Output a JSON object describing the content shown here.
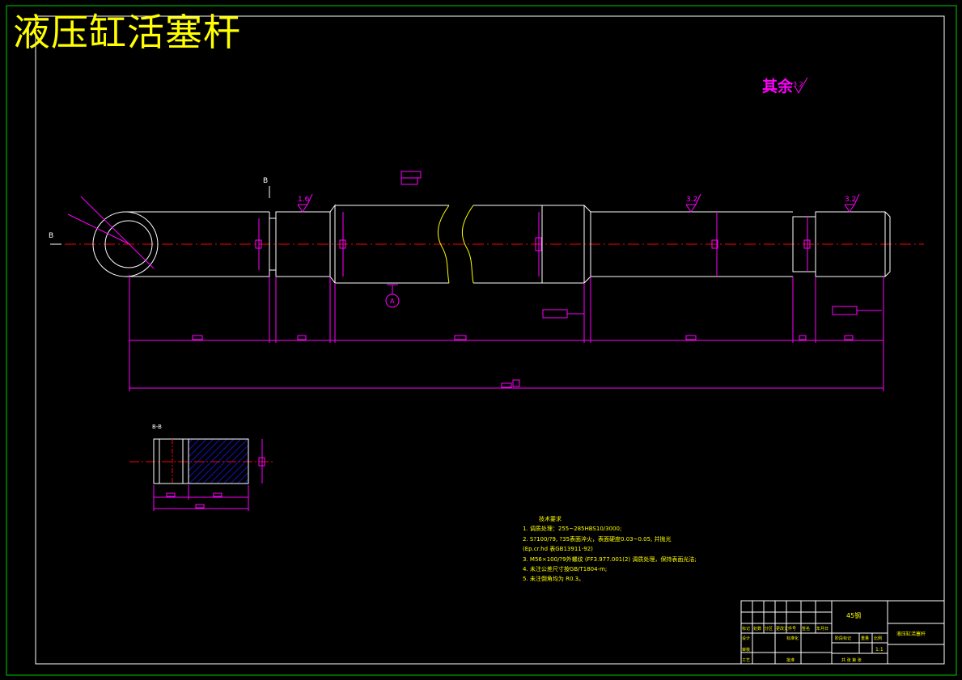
{
  "title": "液压缸活塞杆",
  "roughness_note": "其余",
  "roughness_note_value": "3.2",
  "section_labels": {
    "top": "B",
    "left": "B",
    "detail": "B-B"
  },
  "datum_label": "A",
  "roughness_marks": [
    "1.6",
    "3.2",
    "3.2"
  ],
  "tech_requirements": {
    "heading": "技术要求",
    "items": [
      "1. 调质处理：255~285HBS10/3000;",
      "2. S?100/?9, ?35表面淬火，表面硬度0.03~0.05, 并抛光",
      "   (Ep.cr.hd 表GB13911-92)",
      "3. M56×100/?9外螺纹 (FF3.977.001(2) 调质处理，保持表面光洁;",
      "4. 未注公差尺寸按GB/T1804-m;",
      "5. 未注倒角均为 R0.3。"
    ]
  },
  "title_block": {
    "material": "45钢",
    "part_name": "液压缸活塞杆",
    "scale": "1:1",
    "row_labels": [
      "标记",
      "处数",
      "分区",
      "更改文件号",
      "签名",
      "年月日"
    ],
    "labels": [
      "设计",
      "标准化",
      "审核",
      "工艺",
      "批准",
      "阶段标记",
      "重量",
      "比例",
      "共 张 第 张"
    ]
  },
  "colors": {
    "outline": "#ffffff",
    "dimension": "#ff00ff",
    "centerline": "#ff0000",
    "border": "#00ff00",
    "text": "#ffff00"
  }
}
